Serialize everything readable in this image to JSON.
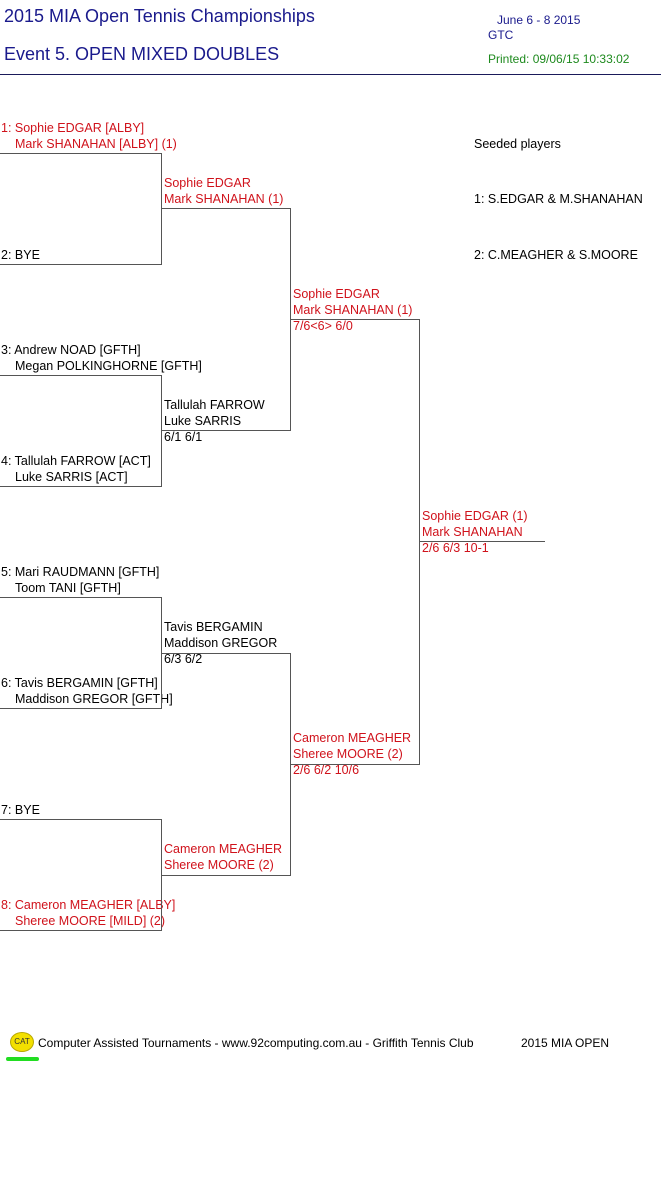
{
  "header": {
    "title": "2015 MIA Open Tennis Championships",
    "event": "Event 5. OPEN MIXED DOUBLES",
    "dates": "June 6 - 8  2015",
    "venue": "GTC",
    "printed": "Printed: 09/06/15 10:33:02"
  },
  "seeds": {
    "heading": "Seeded players",
    "items": [
      "1: S.EDGAR & M.SHANAHAN",
      "2: C.MEAGHER & S.MOORE"
    ]
  },
  "round1": [
    {
      "line1": "1: Sophie EDGAR [ALBY]",
      "line2": "Mark SHANAHAN [ALBY] (1)"
    },
    {
      "line1": "2: BYE",
      "line2": ""
    },
    {
      "line1": "3: Andrew NOAD [GFTH]",
      "line2": "Megan POLKINGHORNE [GFTH]"
    },
    {
      "line1": "4: Tallulah FARROW [ACT]",
      "line2": "Luke SARRIS [ACT]"
    },
    {
      "line1": "5: Mari RAUDMANN [GFTH]",
      "line2": "Toom TANI [GFTH]"
    },
    {
      "line1": "6: Tavis BERGAMIN [GFTH]",
      "line2": "Maddison GREGOR [GFTH]"
    },
    {
      "line1": "7: BYE",
      "line2": ""
    },
    {
      "line1": "8: Cameron MEAGHER [ALBY]",
      "line2": "Sheree MOORE [MILD] (2)"
    }
  ],
  "round2": [
    {
      "line1": "Sophie EDGAR",
      "line2": "Mark SHANAHAN (1)",
      "score": ""
    },
    {
      "line1": "Tallulah FARROW",
      "line2": "Luke SARRIS",
      "score": "6/1 6/1"
    },
    {
      "line1": "Tavis BERGAMIN",
      "line2": "Maddison GREGOR",
      "score": "6/3 6/2"
    },
    {
      "line1": "Cameron MEAGHER",
      "line2": "Sheree MOORE (2)",
      "score": ""
    }
  ],
  "semis": [
    {
      "line1": "Sophie EDGAR",
      "line2": "Mark SHANAHAN (1)",
      "score": "7/6<6> 6/0"
    },
    {
      "line1": "Cameron MEAGHER",
      "line2": "Sheree MOORE (2)",
      "score": "2/6 6/2 10/6"
    }
  ],
  "final": {
    "line1": "Sophie EDGAR (1)",
    "line2": "Mark SHANAHAN",
    "score": "2/6 6/3 10-1"
  },
  "footer": {
    "logo_text": "CAT",
    "credit": "Computer Assisted Tournaments - www.92computing.com.au -  Griffith Tennis Club",
    "event_short": "2015 MIA OPEN"
  },
  "colors": {
    "winner_red": "#d0121b",
    "title_blue": "#1a1a8c",
    "printed_green": "#1e8a1e"
  }
}
